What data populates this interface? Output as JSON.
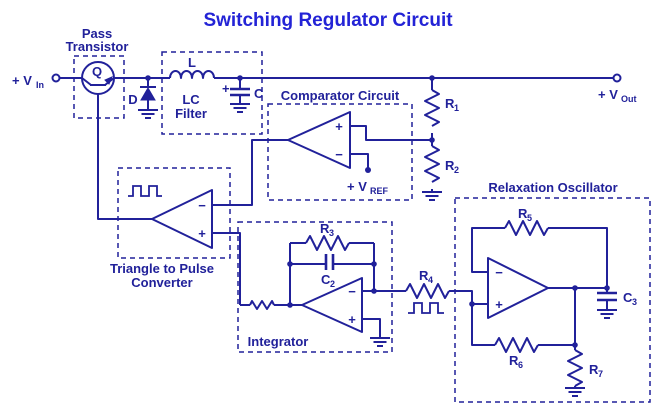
{
  "title": "Switching Regulator Circuit",
  "colors": {
    "line": "#21219a",
    "title": "#2323d6",
    "bg": "#ffffff"
  },
  "labels": {
    "pass_transistor_line1": "Pass",
    "pass_transistor_line2": "Transistor",
    "q": "Q",
    "v_in": "+ V",
    "v_in_sub": "In",
    "v_out": "+ V",
    "v_out_sub": "Out",
    "v_ref": "+ V",
    "v_ref_sub": "REF",
    "d": "D",
    "l": "L",
    "lc_line1": "LC",
    "lc_line2": "Filter",
    "c": "C",
    "cap_plus": "+",
    "comparator_box": "Comparator Circuit",
    "relaxation_box": "Relaxation Oscillator",
    "pulse_line1": "Triangle to Pulse",
    "pulse_line2": "Converter",
    "integrator_box": "Integrator",
    "r1": "R",
    "r1_sub": "1",
    "r2": "R",
    "r2_sub": "2",
    "r3": "R",
    "r3_sub": "3",
    "r4": "R",
    "r4_sub": "4",
    "r5": "R",
    "r5_sub": "5",
    "r6": "R",
    "r6_sub": "6",
    "r7": "R",
    "r7_sub": "7",
    "c2": "C",
    "c2_sub": "2",
    "c3": "C",
    "c3_sub": "3",
    "plus": "+",
    "minus": "−"
  }
}
